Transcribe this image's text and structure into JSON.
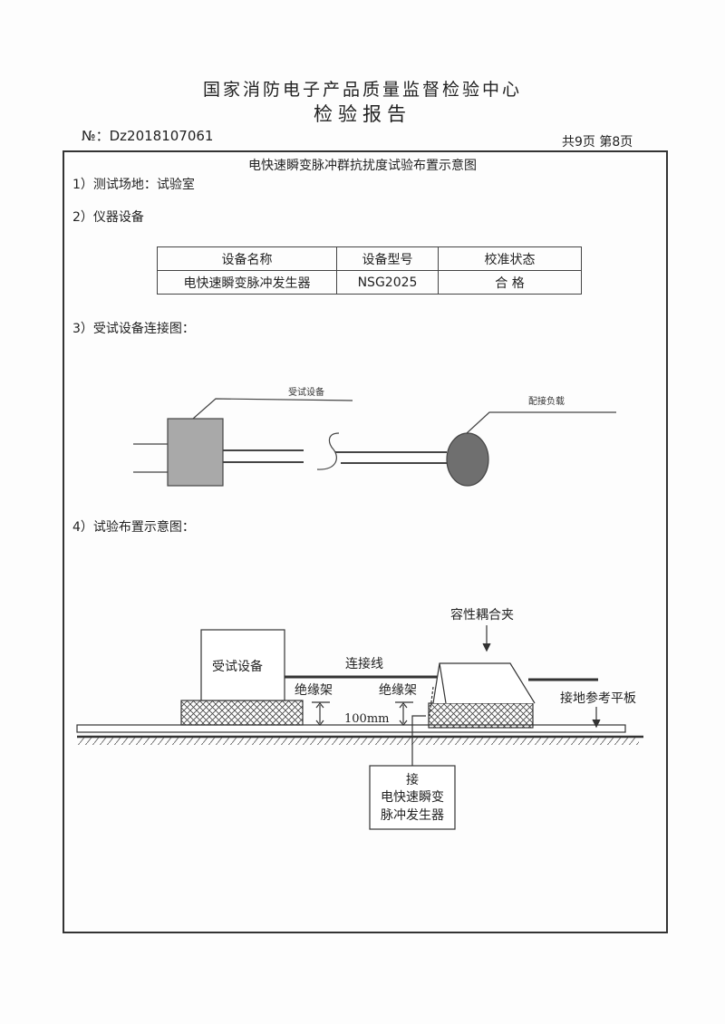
{
  "header": {
    "org": "国家消防电子产品质量监督检验中心",
    "title": "检验报告",
    "report_no": "№：Dz2018107061",
    "pages": "共9页  第8页"
  },
  "section_title": "电快速瞬变脉冲群抗扰度试验布置示意图",
  "items": {
    "site": "1）测试场地：试验室",
    "equipment": "2）仪器设备",
    "connection": "3）受试设备连接图：",
    "layout": "4）试验布置示意图："
  },
  "table": {
    "headers": [
      "设备名称",
      "设备型号",
      "校准状态"
    ],
    "rows": [
      [
        "电快速瞬变脉冲发生器",
        "NSG2025",
        "合 格"
      ]
    ]
  },
  "diagram1": {
    "eut": "受试设备",
    "load": "配接负载"
  },
  "diagram2": {
    "eut": "受试设备",
    "cable": "连接线",
    "insulator1": "绝缘架",
    "insulator2": "绝缘架",
    "height": "100mm",
    "clamp": "容性耦合夹",
    "ground_plane": "接地参考平板",
    "gen_line1": "接",
    "gen_line2": "电快速瞬变",
    "gen_line3": "脉冲发生器"
  }
}
